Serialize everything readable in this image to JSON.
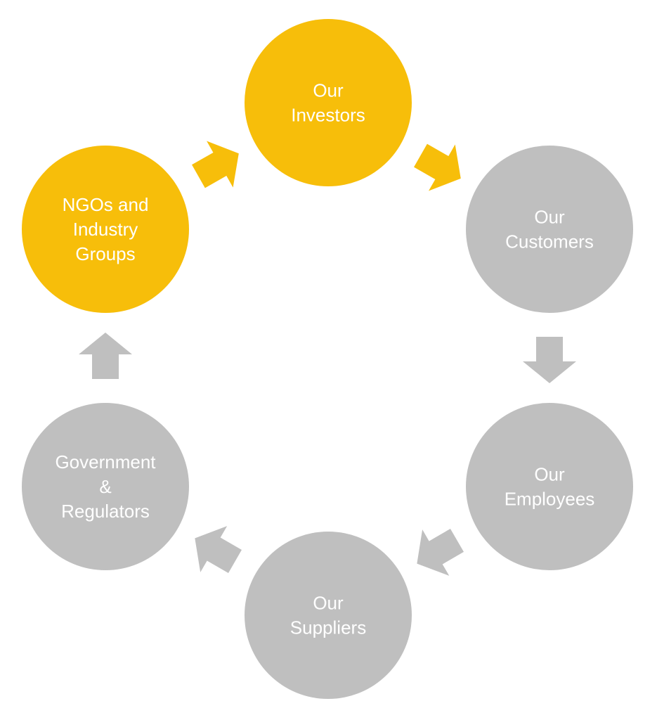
{
  "colors": {
    "highlight": "#F7BE0A",
    "neutral": "#BFBFBF",
    "label": "#FFFFFF"
  },
  "nodes": [
    {
      "id": "investors",
      "lines": [
        "Our",
        "Investors"
      ],
      "color": "highlight"
    },
    {
      "id": "customers",
      "lines": [
        "Our",
        "Customers"
      ],
      "color": "neutral"
    },
    {
      "id": "employees",
      "lines": [
        "Our",
        "Employees"
      ],
      "color": "neutral"
    },
    {
      "id": "suppliers",
      "lines": [
        "Our",
        "Suppliers"
      ],
      "color": "neutral"
    },
    {
      "id": "government-regulators",
      "lines": [
        "Government",
        "&",
        "Regulators"
      ],
      "color": "neutral"
    },
    {
      "id": "ngos-industry-groups",
      "lines": [
        "NGOs and",
        "Industry",
        "Groups"
      ],
      "color": "highlight"
    }
  ],
  "arrows": [
    {
      "from": "investors",
      "to": "customers",
      "color": "highlight"
    },
    {
      "from": "customers",
      "to": "employees",
      "color": "neutral"
    },
    {
      "from": "employees",
      "to": "suppliers",
      "color": "neutral"
    },
    {
      "from": "suppliers",
      "to": "government-regulators",
      "color": "neutral"
    },
    {
      "from": "government-regulators",
      "to": "ngos-industry-groups",
      "color": "neutral"
    },
    {
      "from": "ngos-industry-groups",
      "to": "investors",
      "color": "highlight"
    }
  ]
}
